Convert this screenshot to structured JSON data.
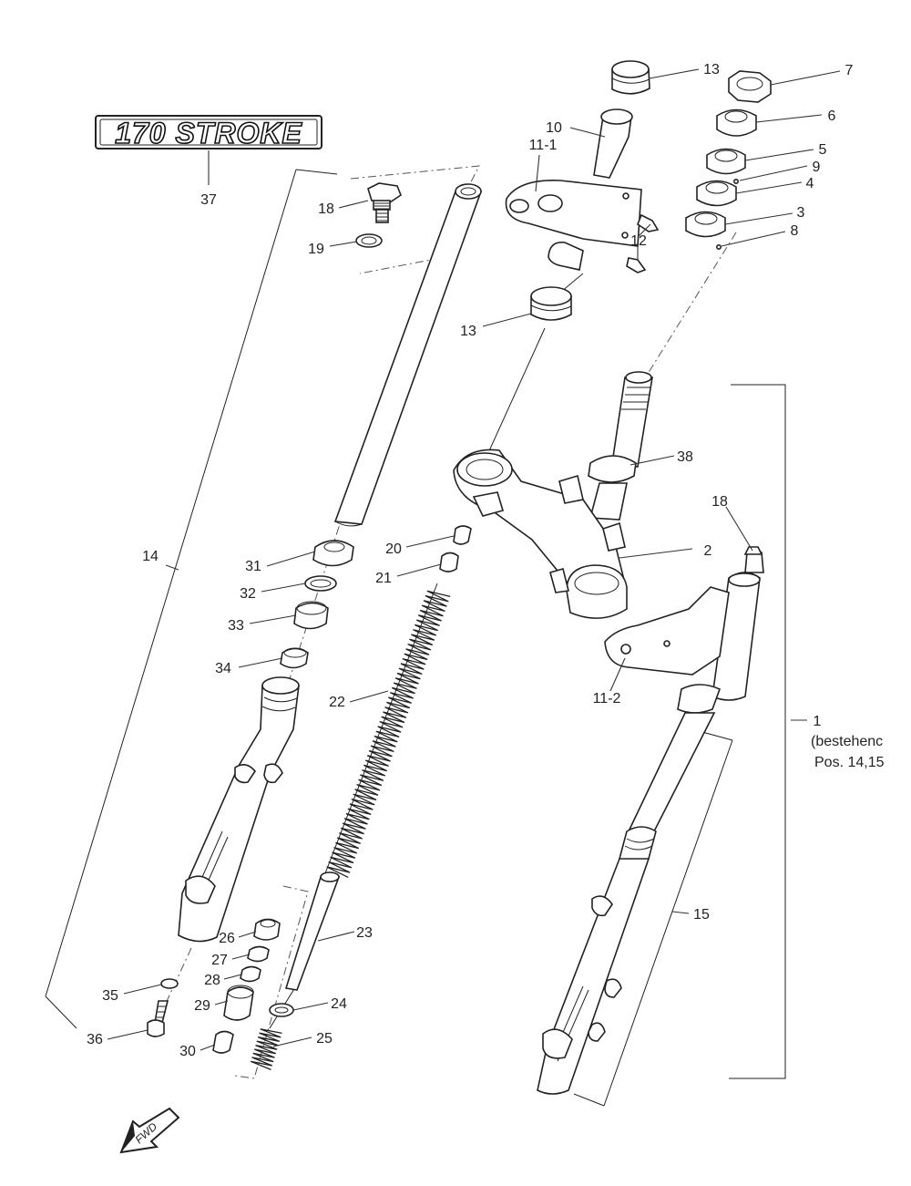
{
  "logo": {
    "text": "170 STROKE"
  },
  "fwd_arrow": {
    "text": "FWD"
  },
  "callouts": {
    "c37": "37",
    "c18a": "18",
    "c19": "19",
    "c13a": "13",
    "c13b": "13",
    "c10": "10",
    "c11_1": "11-1",
    "c12": "12",
    "c7": "7",
    "c6": "6",
    "c5": "5",
    "c9": "9",
    "c4": "4",
    "c3": "3",
    "c8": "8",
    "c38": "38",
    "c18b": "18",
    "c2": "2",
    "c11_2": "11-2",
    "c14": "14",
    "c31": "31",
    "c32": "32",
    "c33": "33",
    "c34": "34",
    "c20": "20",
    "c21": "21",
    "c22": "22",
    "c23": "23",
    "c26": "26",
    "c27": "27",
    "c28": "28",
    "c29": "29",
    "c30": "30",
    "c24": "24",
    "c25": "25",
    "c35": "35",
    "c36": "36",
    "c15": "15",
    "c1": "1"
  },
  "bracket_note": {
    "line1": "(bestehenc",
    "line2": "Pos. 14,15"
  }
}
